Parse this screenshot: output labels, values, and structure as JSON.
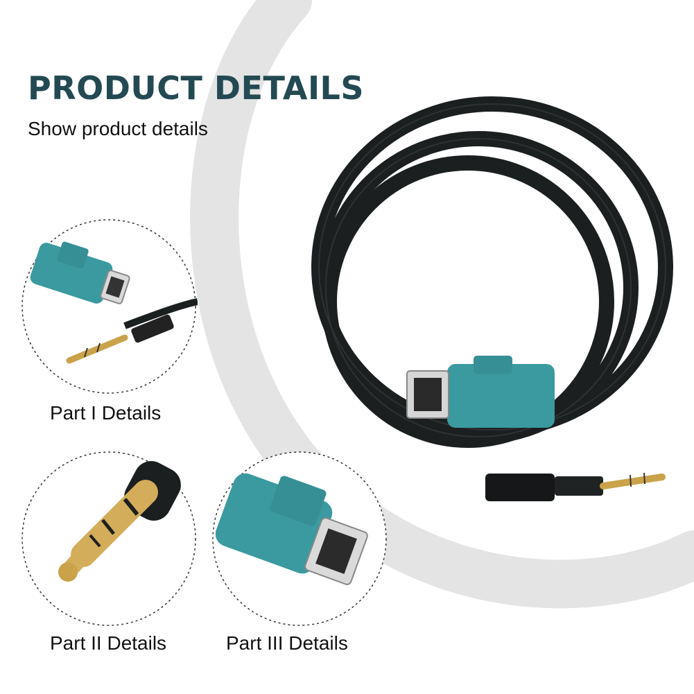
{
  "header": {
    "title": "PRODUCT DETAILS",
    "subtitle": "Show product details"
  },
  "details": [
    {
      "caption": "Part I Details",
      "icon": "din-and-jack-closeup"
    },
    {
      "caption": "Part II Details",
      "icon": "gold-jack-closeup"
    },
    {
      "caption": "Part III Details",
      "icon": "din-connector-closeup"
    }
  ],
  "product_photo": {
    "icon": "coiled-aux-cable"
  },
  "colors": {
    "title": "#234a52",
    "connector_teal": "#3a9aa0",
    "cable_black": "#1c1f20",
    "gold": "#c9a24a",
    "arc_gray": "#e4e4e4"
  }
}
